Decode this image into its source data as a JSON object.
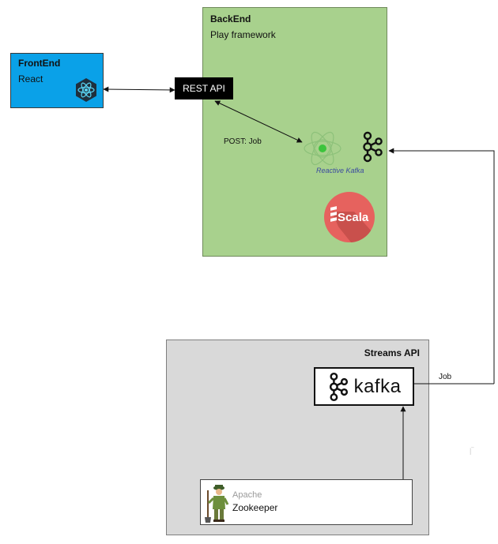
{
  "frontend": {
    "title": "FrontEnd",
    "subtitle": "React",
    "icon": "react-icon"
  },
  "backend": {
    "title": "BackEnd",
    "subtitle": "Play framework"
  },
  "rest_api": {
    "label": "REST API"
  },
  "post_job": {
    "label": "POST: Job"
  },
  "reactive_kafka": {
    "label": "Reactive Kafka"
  },
  "scala": {
    "label": "Scala",
    "color": "#e6625e"
  },
  "streams": {
    "title": "Streams API"
  },
  "kafka": {
    "label": "kafka"
  },
  "zookeeper": {
    "apache": "Apache",
    "name": "Zookeeper"
  },
  "job_edge": {
    "label": "Job"
  },
  "colors": {
    "frontend": "#0aa1e8",
    "backend": "#a8d18d",
    "streams": "#d9d9d9"
  }
}
